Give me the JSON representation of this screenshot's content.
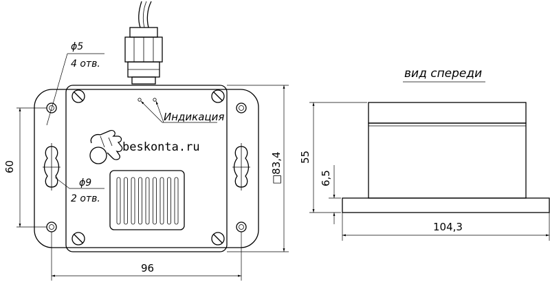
{
  "title_front_view": "вид спереди",
  "labels": {
    "hole_small_dia": "ϕ5",
    "hole_small_count": "4 отв.",
    "indication": "Индикация",
    "brand": "beskonta.ru",
    "hole_large_dia": "ϕ9",
    "hole_large_count": "2 отв."
  },
  "dimensions": {
    "height_left": "60",
    "square_size": "□83,4",
    "width_bottom": "96",
    "front_height": "55",
    "front_base": "6,5",
    "front_width": "104,3"
  }
}
